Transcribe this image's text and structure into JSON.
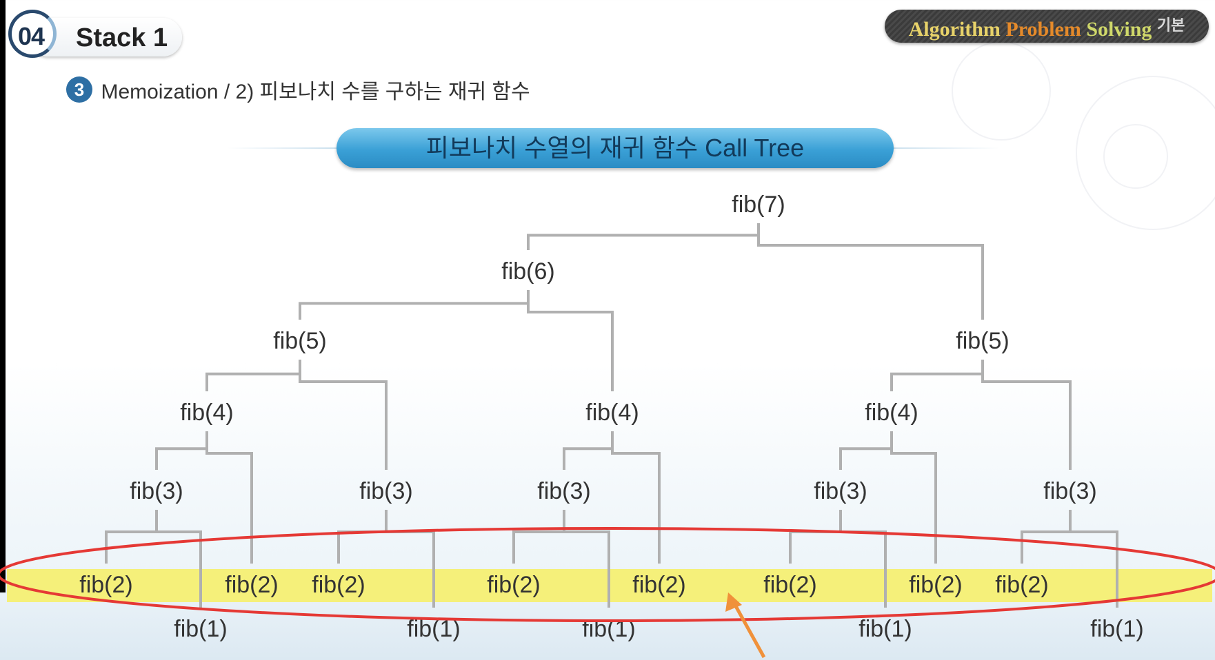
{
  "header": {
    "chapter_number": "04",
    "chapter_title": "Stack 1",
    "brand_words": [
      "Algorithm",
      "Problem",
      "Solving",
      "기본"
    ]
  },
  "section": {
    "number": "3",
    "title": "Memoization / 2) 피보나치 수를 구하는 재귀 함수"
  },
  "banner": {
    "title": "피보나치 수열의 재귀 함수 Call Tree"
  },
  "tree": {
    "nodes": [
      {
        "id": "n1",
        "label": "fib(7)",
        "level": 0
      },
      {
        "id": "n2",
        "label": "fib(6)",
        "level": 1
      },
      {
        "id": "n3",
        "label": "fib(5)",
        "level": 2
      },
      {
        "id": "n4",
        "label": "fib(5)",
        "level": 2
      },
      {
        "id": "n5",
        "label": "fib(4)",
        "level": 3
      },
      {
        "id": "n6",
        "label": "fib(4)",
        "level": 3
      },
      {
        "id": "n7",
        "label": "fib(4)",
        "level": 3
      },
      {
        "id": "n8",
        "label": "fib(3)",
        "level": 4
      },
      {
        "id": "n9",
        "label": "fib(3)",
        "level": 4
      },
      {
        "id": "n10",
        "label": "fib(3)",
        "level": 4
      },
      {
        "id": "n11",
        "label": "fib(3)",
        "level": 4
      },
      {
        "id": "n12",
        "label": "fib(3)",
        "level": 4
      },
      {
        "id": "n13",
        "label": "fib(2)",
        "level": 5
      },
      {
        "id": "n14",
        "label": "fib(1)",
        "level": 6
      },
      {
        "id": "n15",
        "label": "fib(2)",
        "level": 5
      },
      {
        "id": "n16",
        "label": "fib(2)",
        "level": 5
      },
      {
        "id": "n17",
        "label": "fib(1)",
        "level": 6
      },
      {
        "id": "n18",
        "label": "fib(2)",
        "level": 5
      },
      {
        "id": "n19",
        "label": "fib(1)",
        "level": 6
      },
      {
        "id": "n20",
        "label": "fib(2)",
        "level": 5
      },
      {
        "id": "n21",
        "label": "fib(2)",
        "level": 5
      },
      {
        "id": "n22",
        "label": "fib(1)",
        "level": 6
      },
      {
        "id": "n23",
        "label": "fib(2)",
        "level": 5
      },
      {
        "id": "n24",
        "label": "fib(2)",
        "level": 5
      },
      {
        "id": "n25",
        "label": "fib(1)",
        "level": 6
      }
    ],
    "edges": [
      [
        "n1",
        "n2"
      ],
      [
        "n1",
        "n4"
      ],
      [
        "n2",
        "n3"
      ],
      [
        "n2",
        "n6"
      ],
      [
        "n3",
        "n5"
      ],
      [
        "n3",
        "n9"
      ],
      [
        "n4",
        "n7"
      ],
      [
        "n4",
        "n12"
      ],
      [
        "n5",
        "n8"
      ],
      [
        "n5",
        "n15"
      ],
      [
        "n6",
        "n10"
      ],
      [
        "n6",
        "n20"
      ],
      [
        "n7",
        "n11"
      ],
      [
        "n7",
        "n23"
      ],
      [
        "n8",
        "n13"
      ],
      [
        "n8",
        "n14"
      ],
      [
        "n9",
        "n16"
      ],
      [
        "n9",
        "n17"
      ],
      [
        "n10",
        "n18"
      ],
      [
        "n10",
        "n19"
      ],
      [
        "n11",
        "n21"
      ],
      [
        "n11",
        "n22"
      ],
      [
        "n12",
        "n24"
      ],
      [
        "n12",
        "n25"
      ]
    ]
  },
  "annotations": {
    "highlight_color": "#f5f07a",
    "ellipse_color": "#e53935",
    "arrow_color": "#f0913a",
    "line_color": "#b0b0b0"
  }
}
